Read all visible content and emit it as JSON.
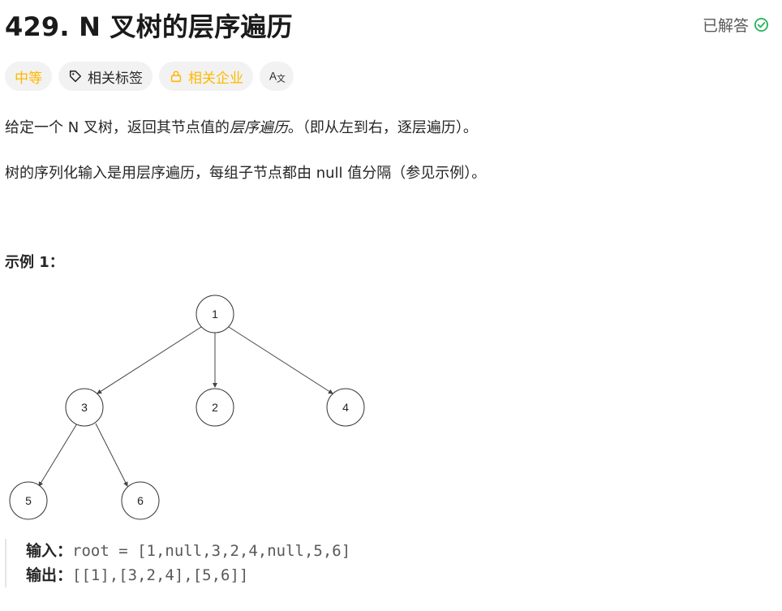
{
  "problem": {
    "title": "429. N 叉树的层序遍历",
    "status": "已解答"
  },
  "tags": {
    "difficulty": "中等",
    "topics": "相关标签",
    "companies": "相关企业",
    "translate_icon": "translate-icon"
  },
  "description": {
    "p1_before": "给定一个 N 叉树，返回其节点值的",
    "p1_em": "层序遍历",
    "p1_after": "。（即从左到右，逐层遍历）。",
    "p2": "树的序列化输入是用层序遍历，每组子节点都由 null 值分隔（参见示例）。"
  },
  "example": {
    "title": "示例 1：",
    "tree_nodes": [
      "1",
      "3",
      "2",
      "4",
      "5",
      "6"
    ],
    "input_label": "输入：",
    "input_value": "root = [1,null,3,2,4,null,5,6]",
    "output_label": "输出：",
    "output_value": "[[1],[3,2,4],[5,6]]"
  },
  "colors": {
    "difficulty": "#ffb800",
    "solved_check": "#2db55d"
  }
}
